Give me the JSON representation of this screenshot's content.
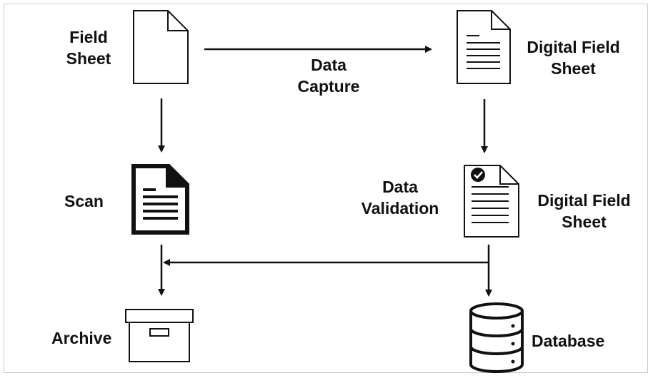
{
  "labels": {
    "field_sheet": "Field\nSheet",
    "data_capture": "Data\nCapture",
    "digital_field_sheet_top": "Digital Field\nSheet",
    "scan": "Scan",
    "data_validation": "Data\nValidation",
    "digital_field_sheet_validated": "Digital Field\nSheet",
    "archive": "Archive",
    "database": "Database"
  },
  "icons": {
    "field_sheet": "blank-document-icon",
    "digital_field_sheet": "text-document-icon",
    "scan": "scanned-document-icon",
    "validated_sheet": "validated-document-icon",
    "archive": "archive-box-icon",
    "database": "database-icon"
  },
  "colors": {
    "stroke": "#111111",
    "background": "#ffffff",
    "border": "#c8c8c8"
  }
}
